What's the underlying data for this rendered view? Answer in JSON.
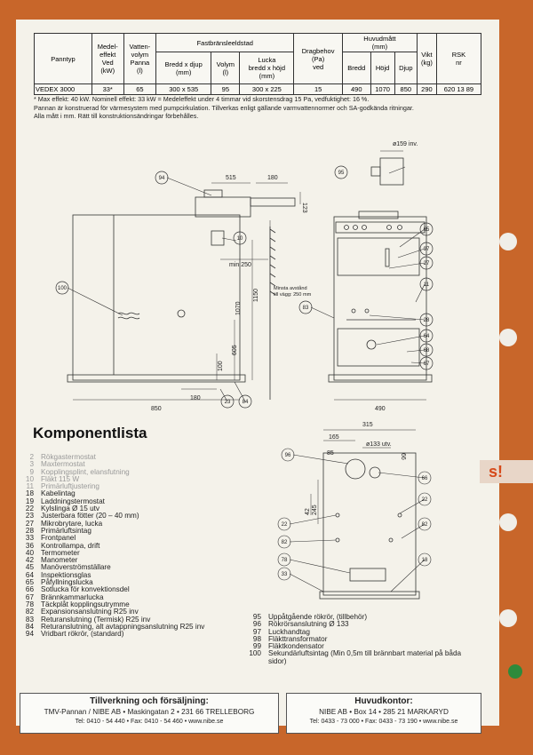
{
  "spec_table": {
    "headers": {
      "panntyp": "Panntyp",
      "medel": [
        "Medel-",
        "effekt",
        "Ved",
        "(kW)"
      ],
      "vatten": [
        "Vatten-",
        "volym",
        "Panna",
        "(l)"
      ],
      "fast": "Fastbränsleeldstad",
      "bredd_djup": [
        "Bredd x djup",
        "(mm)"
      ],
      "volym": [
        "Volym",
        "(l)"
      ],
      "lucka": [
        "Lucka",
        "bredd x höjd",
        "(mm)"
      ],
      "drag": [
        "Dragbehov",
        "(Pa)",
        "ved"
      ],
      "huvudmatt": [
        "Huvudmått",
        "(mm)"
      ],
      "bredd": "Bredd",
      "hojd": "Höjd",
      "djup": "Djup",
      "vikt": [
        "Vikt",
        "(kg)"
      ],
      "rsk": [
        "RSK",
        "nr"
      ]
    },
    "row": [
      "VEDEX 3000",
      "33*",
      "65",
      "300 x 535",
      "95",
      "300 x 225",
      "15",
      "490",
      "1070",
      "850",
      "290",
      "620 13 89"
    ]
  },
  "notes": [
    "* Max effekt: 40 kW. Nominell effekt: 33 kW = Medeleffekt under 4 timmar vid skorstensdrag 15 Pa, vedfuktighet: 16 %.",
    "Pannan är konstruerad för värmesystem med pumpcirkulation. Tillverkas enligt gällande varmvattennormer och SA-godkända ritningar.",
    "Alla mått i mm. Rätt till konstruktionsändringar förbehålles."
  ],
  "drawing": {
    "dims": {
      "d159": "ø159 inv.",
      "d515": "515",
      "d180top": "180",
      "d123": "123",
      "min250": "min 250",
      "minsta1": "Minsta avstånd",
      "minsta2": "till vägg: 250 mm",
      "d1150": "1150",
      "d1070": "1070",
      "d605": "605",
      "d100": "100",
      "d180": "180",
      "d850": "850",
      "d490": "490",
      "d315": "315",
      "d165": "165",
      "d133": "ø133 utv.",
      "d85": "85",
      "d66": "66",
      "d245": "245",
      "d42": "42"
    },
    "callouts": {
      "c94": "94",
      "c95": "95",
      "c10": "10",
      "c100": "100",
      "c23": "23",
      "c84": "84",
      "c65": "65",
      "c97": "97",
      "c27": "27",
      "c11": "11",
      "c83": "83",
      "c28": "28",
      "c64": "64",
      "c68": "68",
      "c67": "67",
      "c96": "96",
      "c66": "66",
      "c22a": "22",
      "c22b": "22",
      "c82a": "82",
      "c82b": "82",
      "c78": "78",
      "c33": "33",
      "c18": "18"
    }
  },
  "komponentlista": {
    "title": "Komponentlista",
    "left": [
      {
        "n": "2",
        "t": "Rökgastermostat",
        "faded": true
      },
      {
        "n": "3",
        "t": "Maxtermostat",
        "faded": true
      },
      {
        "n": "9",
        "t": "Kopplingsplint, elansfutning",
        "faded": true
      },
      {
        "n": "10",
        "t": "Fläkt 115 W",
        "faded": true
      },
      {
        "n": "11",
        "t": "Primärluftjustering",
        "faded": true
      },
      {
        "n": "18",
        "t": "Kabelintag",
        "faded": false
      },
      {
        "n": "19",
        "t": "Laddningstermostat",
        "faded": false
      },
      {
        "n": "22",
        "t": "Kylslinga  Ø 15 utv",
        "faded": false
      },
      {
        "n": "23",
        "t": "Justerbara fötter (20 – 40 mm)",
        "faded": false
      },
      {
        "n": "27",
        "t": "Mikrobrytare, lucka",
        "faded": false
      },
      {
        "n": "28",
        "t": "Primärluftsintag",
        "faded": false
      },
      {
        "n": "33",
        "t": "Frontpanel",
        "faded": false
      },
      {
        "n": "36",
        "t": "Kontrollampa, drift",
        "faded": false
      },
      {
        "n": "40",
        "t": "Termometer",
        "faded": false
      },
      {
        "n": "42",
        "t": "Manometer",
        "faded": false
      },
      {
        "n": "45",
        "t": "Manöverströmställare",
        "faded": false
      },
      {
        "n": "64",
        "t": "Inspektionsglas",
        "faded": false
      },
      {
        "n": "65",
        "t": "Påfyllningslucka",
        "faded": false
      },
      {
        "n": "66",
        "t": "Sotlucka för konvektionsdel",
        "faded": false
      },
      {
        "n": "67",
        "t": "Brännkammarlucka",
        "faded": false
      },
      {
        "n": "78",
        "t": "Täckplåt kopplingsutrymme",
        "faded": false
      },
      {
        "n": "82",
        "t": "Expansionsanslutning  R25 inv",
        "faded": false
      },
      {
        "n": "83",
        "t": "Returanslutning (Termisk)  R25 inv",
        "faded": false
      },
      {
        "n": "84",
        "t": "Returanslutning, alt avtappningsanslutning  R25 inv",
        "faded": false
      },
      {
        "n": "94",
        "t": "Vridbart rökrör, (standard)",
        "faded": false
      }
    ],
    "right": [
      {
        "n": "95",
        "t": "Uppåtgående rökrör, (tillbehör)"
      },
      {
        "n": "96",
        "t": "Rökrörsanslutning  Ø 133"
      },
      {
        "n": "97",
        "t": "Luckhandtag"
      },
      {
        "n": "98",
        "t": "Fläkttransformator"
      },
      {
        "n": "99",
        "t": "Fläktkondensator"
      },
      {
        "n": "100",
        "t": "Sekundärluftsintag (Min 0,5m till brännbart material på båda sidor)"
      }
    ]
  },
  "red_tag": "s!",
  "footer": {
    "left": {
      "heading": "Tillverkning och försäljning:",
      "line1": "TMV-Pannan / NIBE AB  •  Maskingatan 2  •  231 66  TRELLEBORG",
      "line2": "Tel: 0410 - 54 440  •  Fax: 0410 - 54 460  •  www.nibe.se"
    },
    "right": {
      "heading": "Huvudkontor:",
      "line1": "NIBE AB  •  Box 14  •  285 21  MARKARYD",
      "line2": "Tel: 0433 - 73 000  •  Fax: 0433 - 73 190  •  www.nibe.se"
    }
  },
  "colors": {
    "border": "#c8662a",
    "paper": "#f4f2ea",
    "accent_red": "#d64a1a"
  }
}
